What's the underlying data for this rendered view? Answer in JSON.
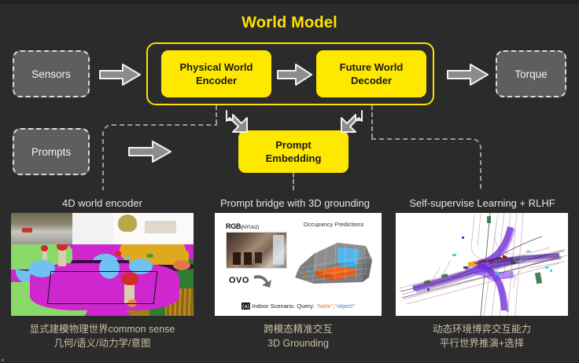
{
  "title": "World Model",
  "colors": {
    "background": "#2b2b2b",
    "accent_yellow": "#ffe000",
    "box_yellow": "#ffe800",
    "grey_box": "#5e5e5e",
    "dashed_border": "#d9d9d9",
    "caption_text": "#e6e6e6",
    "chinese_caption": "#cdbfa6"
  },
  "blocks": {
    "sensors": "Sensors",
    "prompts": "Prompts",
    "torque": "Torque",
    "encoder_line1": "Physical World",
    "encoder_line2": "Encoder",
    "decoder_line1": "Future World",
    "decoder_line2": "Decoder",
    "prompt_embedding_line1": "Prompt",
    "prompt_embedding_line2": "Embedding"
  },
  "captions": [
    "4D world encoder",
    "Prompt bridge with 3D grounding",
    "Self-supervise Learning + RLHF"
  ],
  "figures": [
    {
      "name": "semantic-occupancy-scene",
      "zh_line1": "显式建模物理世界common sense",
      "zh_line2": "几何/语义/动力学/意图"
    },
    {
      "name": "ovo-occupancy-prediction",
      "zh_line1": "跨模态精准交互",
      "zh_line2": "3D Grounding",
      "inner": {
        "rgb_label": "RGB",
        "rgb_dataset": "(NYUv2)",
        "occupancy_title": "Occupancy Predictions",
        "method": "OVO",
        "caption_prefix": "(a)",
        "caption_body": " Indoor Scenario. Query: ",
        "query_1": "\"table\"",
        "query_sep": ",",
        "query_2": "\"object\""
      }
    },
    {
      "name": "traffic-trajectory-prediction",
      "zh_line1": "动态环境博弈交互能力",
      "zh_line2": "平行世界推演+选择"
    }
  ],
  "arrows": {
    "sensors_to_encoder": "arrow-right",
    "encoder_to_decoder": "arrow-right",
    "decoder_to_torque": "arrow-right",
    "prompts_to_embedding": "arrow-right",
    "encoder_to_embedding": "arrow-bent-down",
    "embedding_to_decoder": "arrow-bent-up"
  }
}
